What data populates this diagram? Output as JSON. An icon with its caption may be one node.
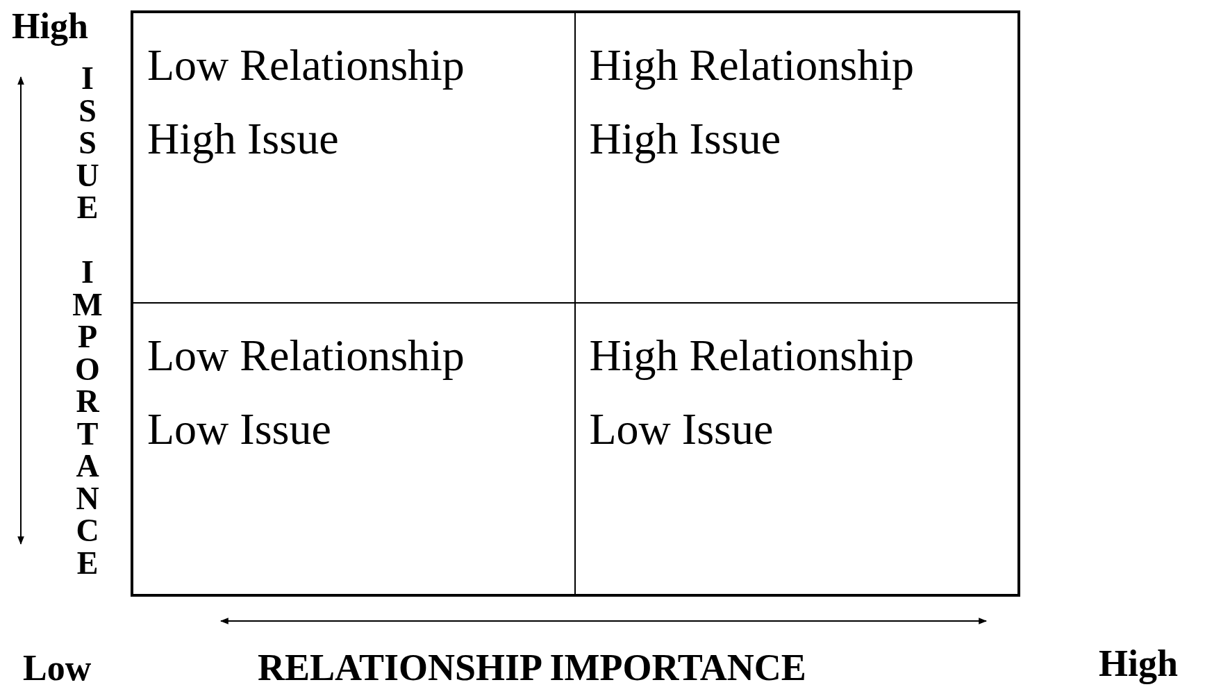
{
  "diagram": {
    "nodes": [
      {
        "text": [
          "Low Relationship",
          "High Issue"
        ]
      },
      {
        "text": [
          "High Relationship",
          "High Issue"
        ]
      },
      {
        "text": [
          "Low Relationship",
          "Low Issue"
        ]
      },
      {
        "text": [
          "High Relationship",
          "Low Issue"
        ]
      }
    ],
    "labels": [
      "High",
      "ISSUE IMPORTANCE",
      "Low",
      "RELATIONSHIP IMPORTANCE",
      "High"
    ]
  }
}
